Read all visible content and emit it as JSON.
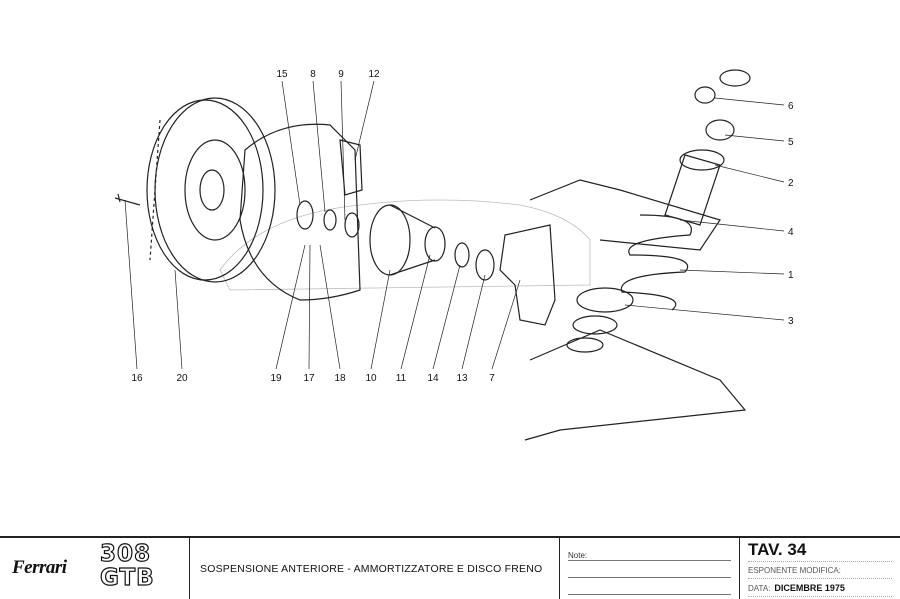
{
  "diagram": {
    "callouts": [
      {
        "num": "15"
      },
      {
        "num": "8"
      },
      {
        "num": "9"
      },
      {
        "num": "12"
      },
      {
        "num": "6"
      },
      {
        "num": "5"
      },
      {
        "num": "2"
      },
      {
        "num": "4"
      },
      {
        "num": "1"
      },
      {
        "num": "3"
      },
      {
        "num": "16"
      },
      {
        "num": "20"
      },
      {
        "num": "19"
      },
      {
        "num": "17"
      },
      {
        "num": "18"
      },
      {
        "num": "10"
      },
      {
        "num": "11"
      },
      {
        "num": "14"
      },
      {
        "num": "13"
      },
      {
        "num": "7"
      }
    ]
  },
  "footer": {
    "brand": "Ferrari",
    "model_line1": "308",
    "model_line2": "GTB",
    "title": "SOSPENSIONE ANTERIORE - AMMORTIZZATORE E DISCO FRENO",
    "notes_label": "Note:",
    "plate": "TAV. 34",
    "revision_label": "ESPONENTE MODIFICA:",
    "date_label": "DATA:",
    "date_value": "DICEMBRE 1975"
  }
}
